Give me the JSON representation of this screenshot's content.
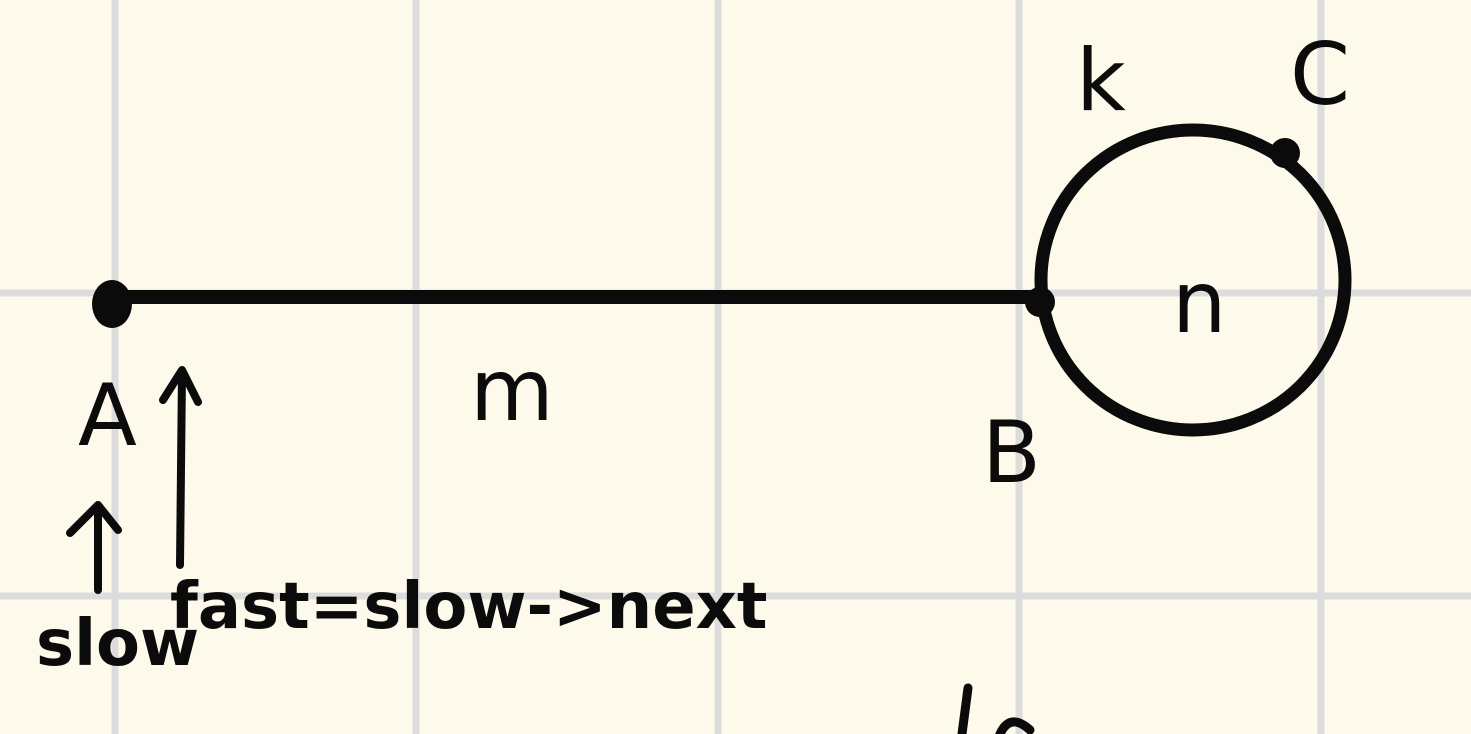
{
  "diagram": {
    "labels": {
      "point_a": "A",
      "segment_m": "m",
      "point_b": "B",
      "point_k": "k",
      "point_c": "C",
      "cycle_n": "n",
      "slow_pointer": "slow",
      "fast_pointer": "fast=slow->next"
    },
    "colors": {
      "ink": "#0b0b0b",
      "paper": "#fdfaec",
      "grid": "#dcdcdc"
    }
  }
}
